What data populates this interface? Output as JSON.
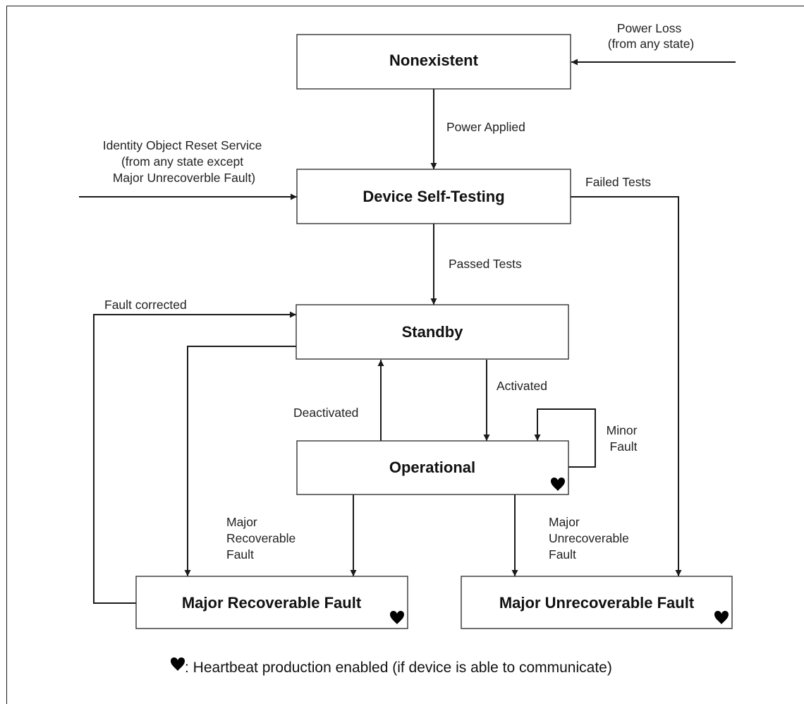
{
  "states": {
    "nonexistent": "Nonexistent",
    "self_testing": "Device Self-Testing",
    "standby": "Standby",
    "operational": "Operational",
    "major_recoverable": "Major Recoverable Fault",
    "major_unrecoverable": "Major Unrecoverable Fault"
  },
  "transitions": {
    "power_loss": [
      "Power Loss",
      "(from any state)"
    ],
    "power_applied": "Power Applied",
    "reset_service": [
      "Identity Object Reset Service",
      "(from any state except",
      "Major Unrecoverble Fault)"
    ],
    "failed_tests": "Failed Tests",
    "passed_tests": "Passed Tests",
    "fault_corrected": "Fault corrected",
    "activated": "Activated",
    "deactivated": "Deactivated",
    "minor_fault": [
      "Minor",
      "Fault"
    ],
    "major_recoverable_fault": [
      "Major",
      "Recoverable",
      "Fault"
    ],
    "major_unrecoverable_fault": [
      "Major",
      "Unrecoverable",
      "Fault"
    ]
  },
  "legend": {
    "icon": "heart-icon",
    "text": ": Heartbeat production enabled (if device is able to communicate)"
  }
}
